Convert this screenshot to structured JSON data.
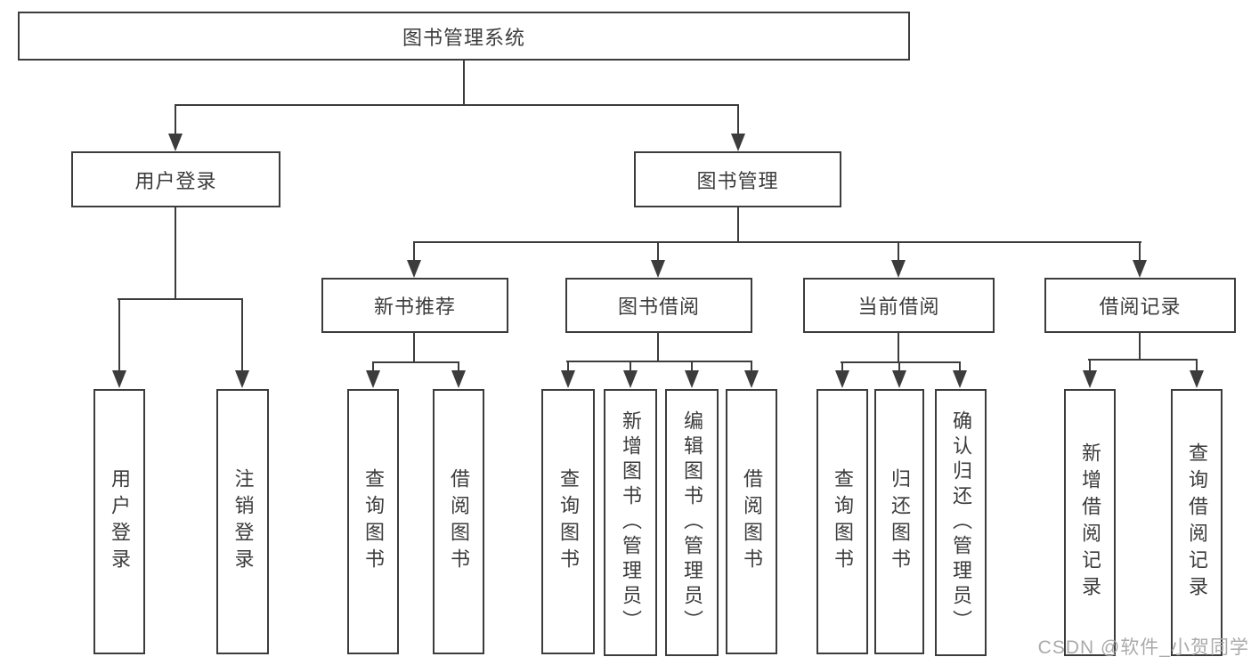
{
  "nodes": {
    "root": "图书管理系统",
    "level2": {
      "user_login": "用户登录",
      "book_mgmt": "图书管理"
    },
    "level3": {
      "new_book_rec": "新书推荐",
      "book_borrow": "图书借阅",
      "current_borrow": "当前借阅",
      "borrow_records": "借阅记录"
    },
    "leaves": {
      "login_1": "用户登录",
      "login_2": "注销登录",
      "rec_1": "查询图书",
      "rec_2": "借阅图书",
      "bb_1": "查询图书",
      "bb_2": "新增图书（管理员）",
      "bb_3": "编辑图书（管理员）",
      "bb_4": "借阅图书",
      "cb_1": "查询图书",
      "cb_2": "归还图书",
      "cb_3": "确认归还（管理员）",
      "br_1": "新增借阅记录",
      "br_2": "查询借阅记录"
    }
  },
  "watermark": "CSDN @软件_小贺同学",
  "colors": {
    "line": "#3c3c3c",
    "text": "#3c3c3c",
    "background": "#ffffff",
    "watermark": "#aaaaaa"
  }
}
